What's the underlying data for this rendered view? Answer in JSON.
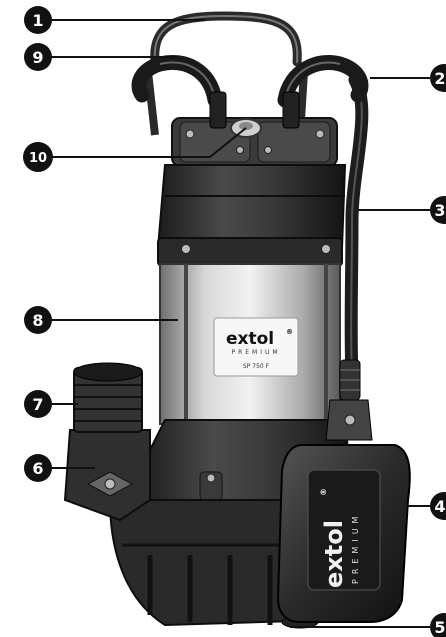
{
  "callouts": [
    {
      "id": "1",
      "label": "1"
    },
    {
      "id": "2",
      "label": "2"
    },
    {
      "id": "3",
      "label": "3"
    },
    {
      "id": "4",
      "label": "4"
    },
    {
      "id": "5",
      "label": "5"
    },
    {
      "id": "6",
      "label": "6"
    },
    {
      "id": "7",
      "label": "7"
    },
    {
      "id": "8",
      "label": "8"
    },
    {
      "id": "9",
      "label": "9"
    },
    {
      "id": "10",
      "label": "10"
    }
  ],
  "pump_label": {
    "brand": "extol",
    "registered_mark": "®",
    "line": "PREMIUM",
    "model": "SP 750 F"
  },
  "float_switch_label": {
    "brand": "extol",
    "registered_mark": "®",
    "line": "PREMIUM"
  },
  "colors": {
    "pump_body": "#2b2b2b",
    "pump_dark": "#151515",
    "steel": "#bdbdbd",
    "callout_fill": "#111111",
    "callout_text": "#ffffff",
    "leader_line": "#111111"
  }
}
